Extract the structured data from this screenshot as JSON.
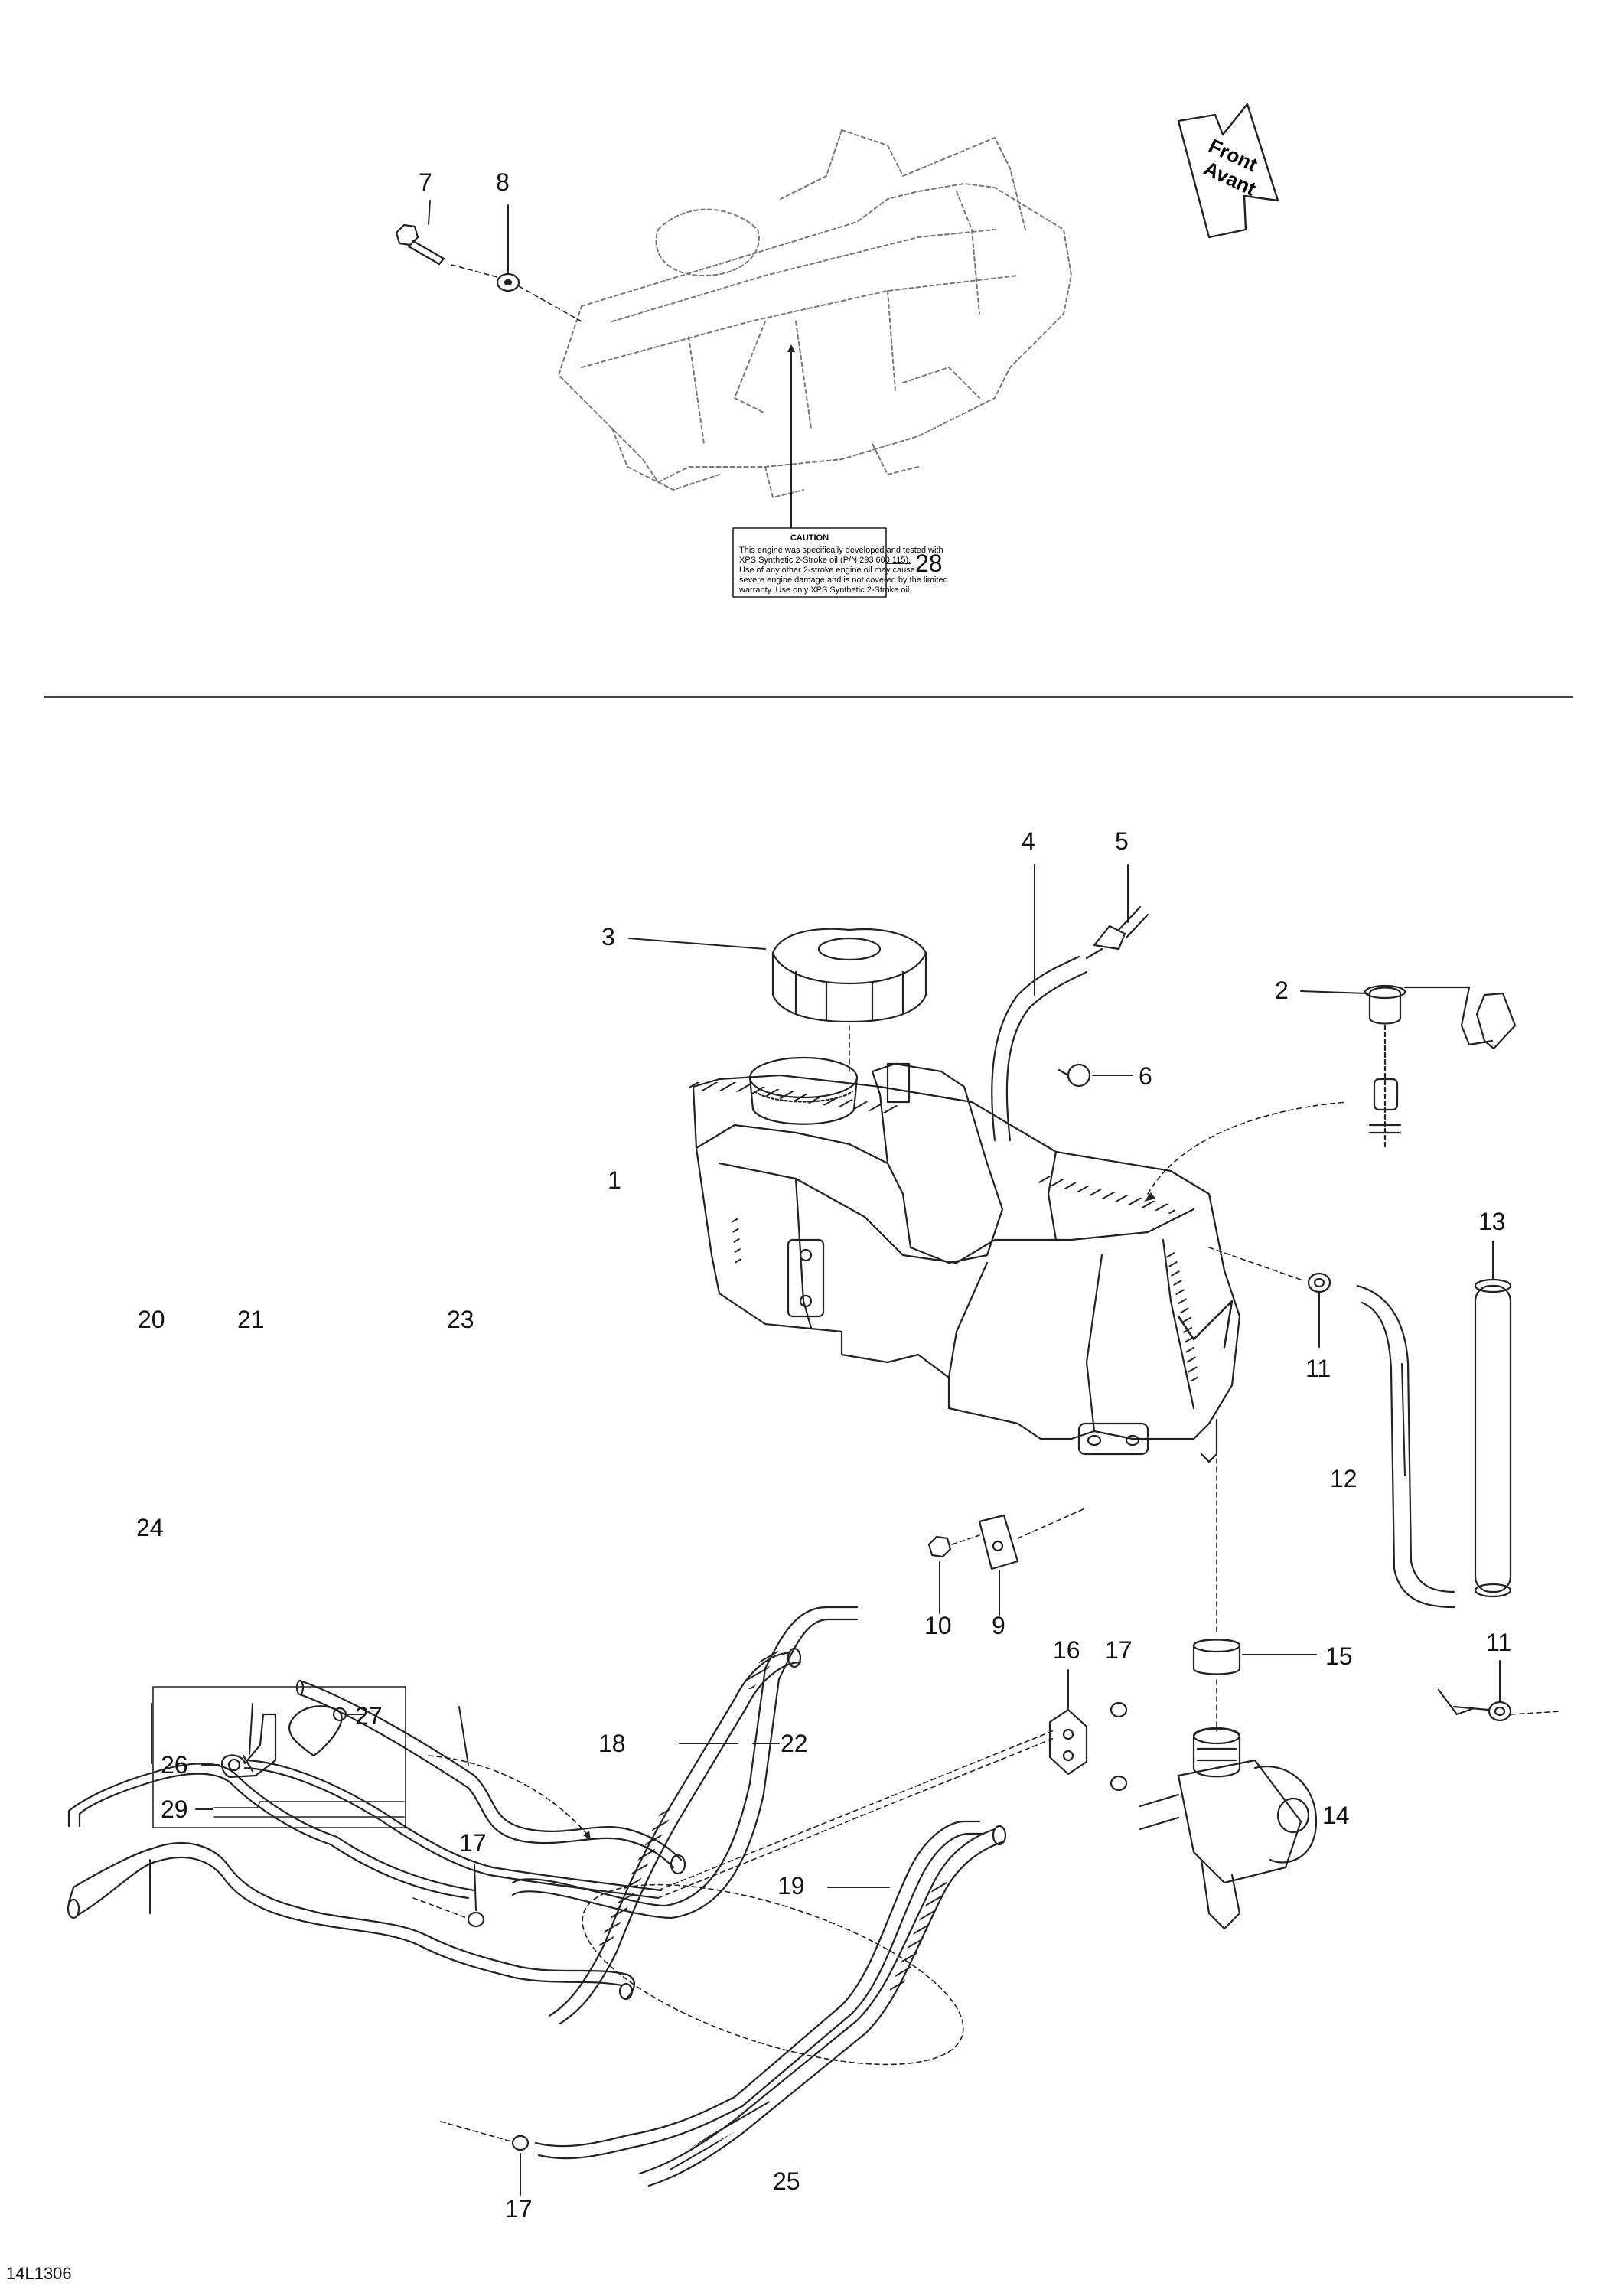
{
  "diagram_id": "14L1306",
  "front_arrow": {
    "line1": "Front",
    "line2": "Avant"
  },
  "caution_label": {
    "heading": "CAUTION",
    "lines": [
      "This engine was specifically developed and tested with",
      "XPS Synthetic 2-Stroke oil (P/N 293 600 115).",
      "Use of any other 2-stroke engine oil may cause",
      "severe engine damage and is not covered by the limited",
      "warranty. Use only XPS Synthetic 2-Stroke oil."
    ]
  },
  "callouts": {
    "c1": "1",
    "c2": "2",
    "c3": "3",
    "c4": "4",
    "c5": "5",
    "c6": "6",
    "c7": "7",
    "c8": "8",
    "c9": "9",
    "c10": "10",
    "c11a": "11",
    "c11b": "11",
    "c12": "12",
    "c13": "13",
    "c14": "14",
    "c15": "15",
    "c16": "16",
    "c17a": "17",
    "c17b": "17",
    "c17c": "17",
    "c18": "18",
    "c19": "19",
    "c20": "20",
    "c21": "21",
    "c22": "22",
    "c23": "23",
    "c24": "24",
    "c25": "25",
    "c26": "26",
    "c27": "27",
    "c28": "28",
    "c29": "29"
  }
}
